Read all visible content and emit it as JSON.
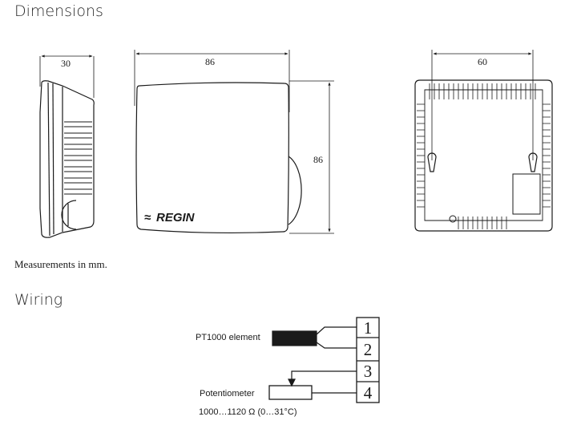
{
  "sections": {
    "dimensions_title": "Dimensions",
    "wiring_title": "Wiring"
  },
  "dimensions": {
    "side_depth": "30",
    "front_width": "86",
    "front_height": "86",
    "back_hole_spacing": "60",
    "logo_text": "REGIN",
    "logo_mark": "≈",
    "note": "Measurements in mm."
  },
  "wiring": {
    "pt1000_label": "PT1000 element",
    "potentiometer_label": "Potentiometer",
    "range_label": "1000…1120 Ω (0…31°C)",
    "terminals": [
      "1",
      "2",
      "3",
      "4"
    ]
  }
}
